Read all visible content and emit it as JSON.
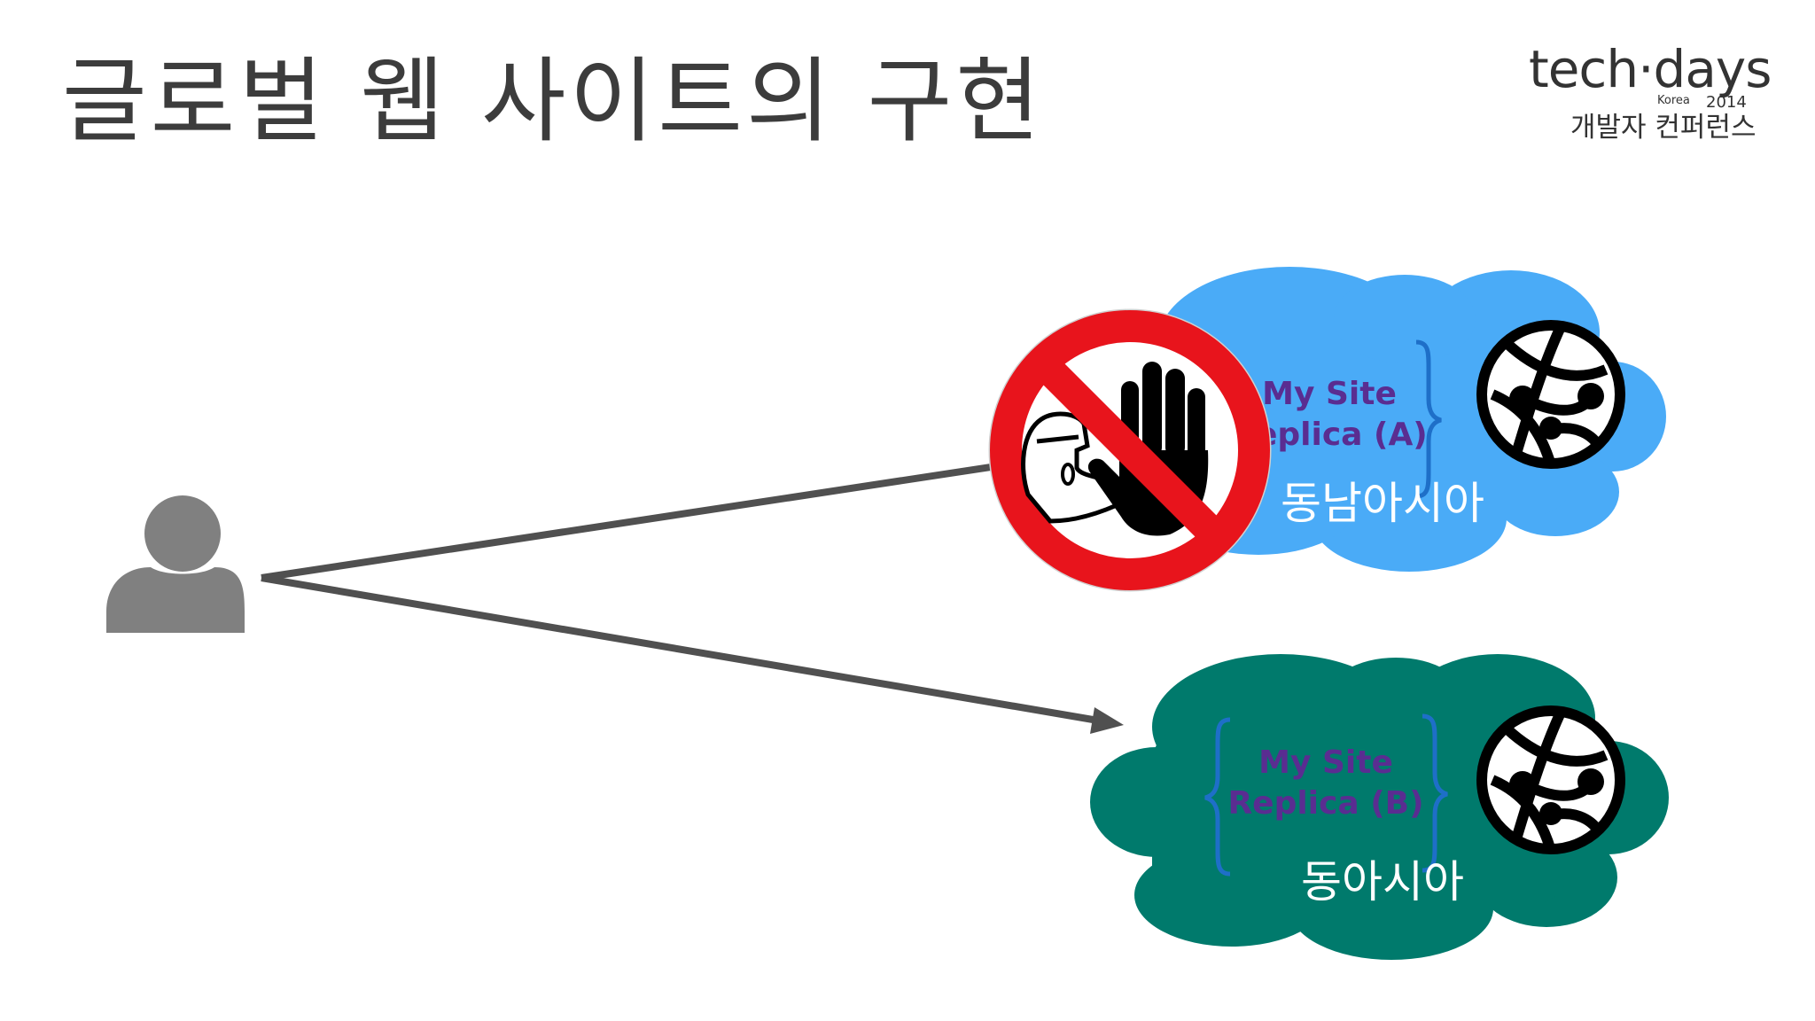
{
  "slide": {
    "title": "글로벌 웹 사이트의 구현"
  },
  "logo": {
    "brand": "tech·days",
    "country": "Korea",
    "year": "2014",
    "subtitle": "개발자 컨퍼런스"
  },
  "regions": [
    {
      "id": "southeast-asia",
      "site_line1": "My Site",
      "site_line2": "Replica (A)",
      "region_name": "동남아시아",
      "status": "blocked",
      "cloud_color": "#4aabf7"
    },
    {
      "id": "east-asia",
      "site_line1": "My Site",
      "site_line2": "Replica (B)",
      "region_name": "동아시아",
      "status": "active",
      "cloud_color": "#007a6c"
    }
  ],
  "icons": {
    "user": "user-icon",
    "globe": "globe-network-icon",
    "blocked": "no-entry-icon"
  },
  "colors": {
    "connector": "#505050",
    "user": "#808080",
    "prohibit_red": "#e8141c"
  }
}
